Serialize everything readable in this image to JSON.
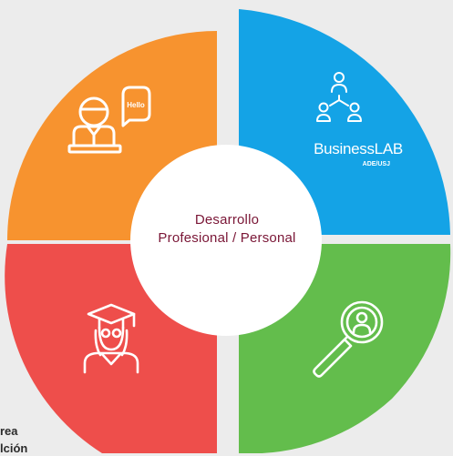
{
  "colors": {
    "background": "#ececec",
    "orange": "#f7932f",
    "blue": "#14a3e6",
    "red": "#ee4e4b",
    "green": "#63bd4c",
    "center": "#ffffff",
    "center_text": "#7a1636"
  },
  "center": {
    "line1": "Desarrollo",
    "line2": "Profesional / Personal"
  },
  "quadrants": {
    "top_left": {
      "icon": "teacher-speech-bubble-icon",
      "bubble_text": "Hello"
    },
    "top_right": {
      "icon": "team-network-icon",
      "brand_main": "BusinessLAB",
      "brand_sub": "ADE/USJ"
    },
    "bottom_left": {
      "icon": "graduate-student-icon"
    },
    "bottom_right": {
      "icon": "magnifier-person-icon"
    }
  },
  "cropped_text": {
    "line1": "rea",
    "line2": "lción"
  }
}
